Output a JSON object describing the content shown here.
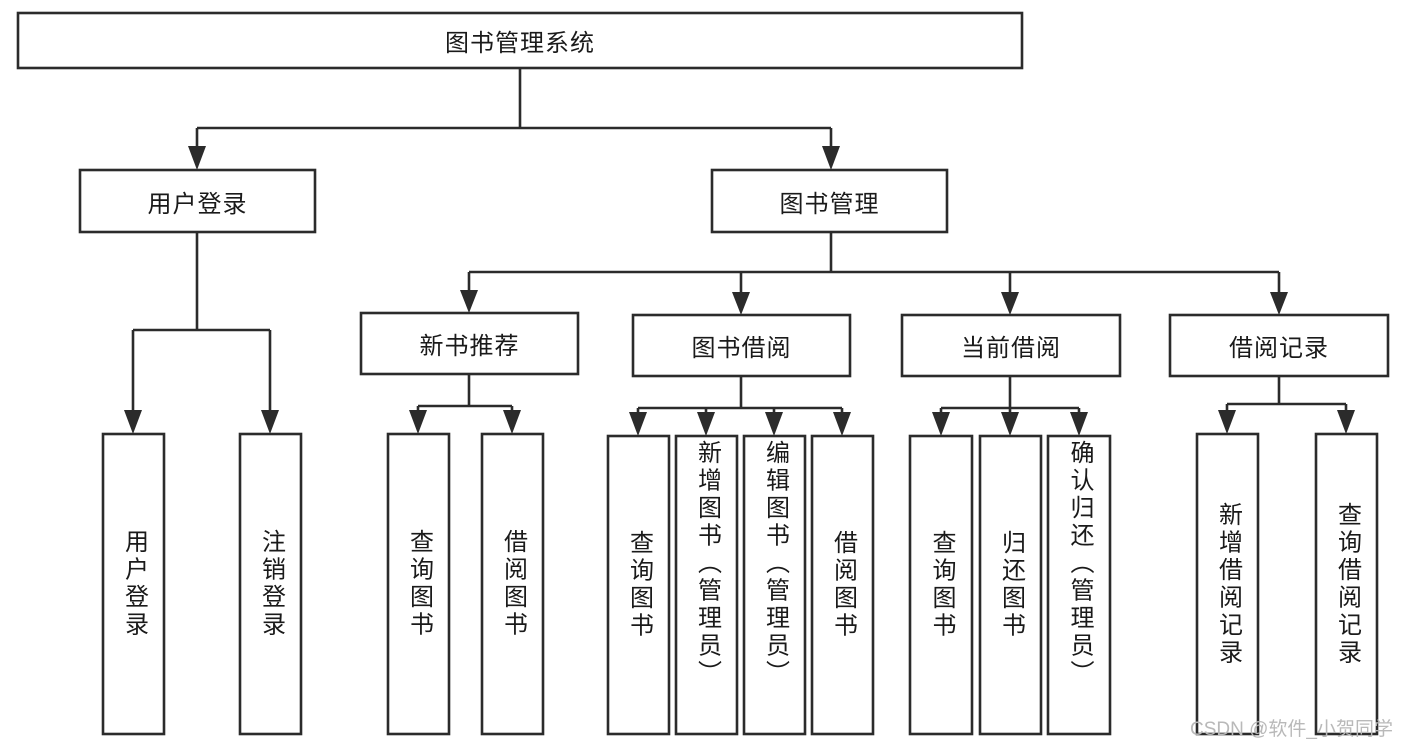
{
  "diagram": {
    "type": "tree",
    "title": "图书管理系统",
    "watermark": "CSDN @软件_小贺同学",
    "colors": {
      "box_stroke": "#2b2b2b",
      "box_fill": "#ffffff",
      "text": "#1a1a1a",
      "connector": "#2b2b2b",
      "watermark": "#b9b9b9",
      "background": "#ffffff"
    },
    "levels": {
      "root": {
        "label": "图书管理系统"
      },
      "level2": [
        {
          "label": "用户登录"
        },
        {
          "label": "图书管理"
        }
      ],
      "level3": [
        {
          "label": "新书推荐"
        },
        {
          "label": "图书借阅"
        },
        {
          "label": "当前借阅"
        },
        {
          "label": "借阅记录"
        }
      ],
      "leaves": [
        {
          "label": "用户登录",
          "parent": "用户登录"
        },
        {
          "label": "注销登录",
          "parent": "用户登录"
        },
        {
          "label": "查询图书",
          "parent": "新书推荐"
        },
        {
          "label": "借阅图书",
          "parent": "新书推荐"
        },
        {
          "label": "查询图书",
          "parent": "图书借阅"
        },
        {
          "label": "新增图书（管理员）",
          "parent": "图书借阅"
        },
        {
          "label": "编辑图书（管理员）",
          "parent": "图书借阅"
        },
        {
          "label": "借阅图书",
          "parent": "图书借阅"
        },
        {
          "label": "查询图书",
          "parent": "当前借阅"
        },
        {
          "label": "归还图书",
          "parent": "当前借阅"
        },
        {
          "label": "确认归还（管理员）",
          "parent": "当前借阅"
        },
        {
          "label": "新增借阅记录",
          "parent": "借阅记录"
        },
        {
          "label": "查询借阅记录",
          "parent": "借阅记录"
        }
      ]
    }
  }
}
